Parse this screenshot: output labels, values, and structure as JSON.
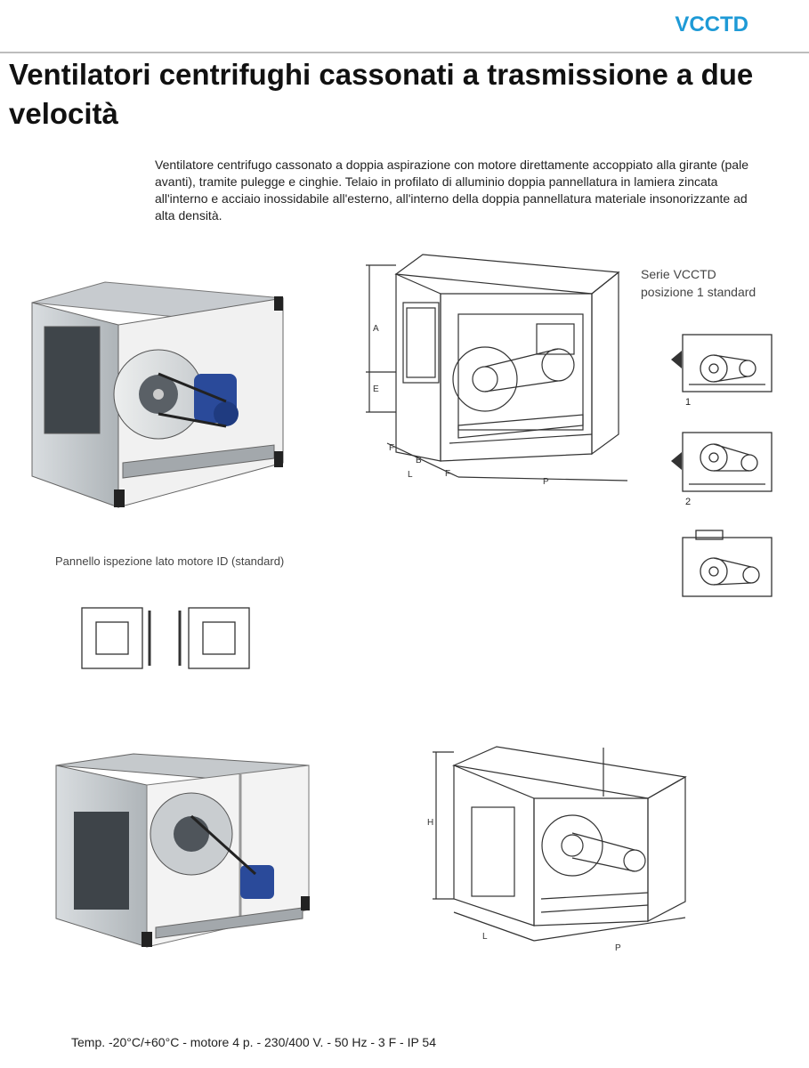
{
  "header": {
    "code": "VCCTD"
  },
  "title": "Ventilatori centrifughi cassonati a trasmissione a due velocità",
  "description": "Ventilatore centrifugo cassonato a doppia aspirazione con motore direttamente accoppiato alla girante (pale avanti), tramite pulegge e cinghie. Telaio in profilato di alluminio doppia pannellatura in lamiera zincata all'interno e acciaio inossidabile all'esterno, all'interno della doppia pannellatura materiale insonorizzante ad alta densità.",
  "series_label": {
    "line1": "Serie VCCTD",
    "line2": "posizione 1 standard"
  },
  "positions": [
    "1",
    "2"
  ],
  "dimension_labels": {
    "a": "A",
    "e": "E",
    "f": "F",
    "b": "B",
    "l": "L",
    "p": "P",
    "h": "H"
  },
  "panel_caption": "Pannello ispezione lato motore ID (standard)",
  "footer": "Temp. -20°C/+60°C - motore 4 p. - 230/400 V. - 50 Hz - 3 F - IP 54"
}
